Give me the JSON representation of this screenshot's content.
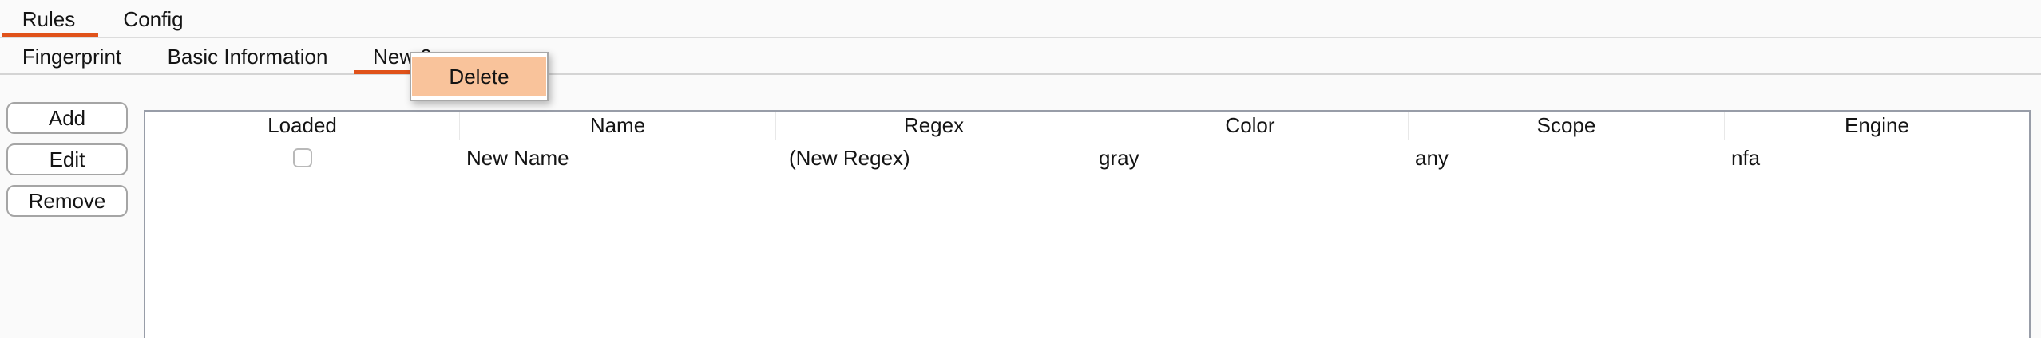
{
  "colors": {
    "accent_orange": "#e0521a",
    "menu_highlight_peach": "#f9c39b",
    "table_border": "#989da8",
    "background": "#fafafa"
  },
  "tabbar1": {
    "tabs": [
      {
        "label": "Rules",
        "selected": true
      },
      {
        "label": "Config",
        "selected": false
      }
    ]
  },
  "tabbar2": {
    "tabs": [
      {
        "label": "Fingerprint",
        "selected": false
      },
      {
        "label": "Basic Information",
        "selected": false
      },
      {
        "label": "New 0",
        "selected": true
      }
    ]
  },
  "context_menu": {
    "items": [
      {
        "label": "Delete",
        "highlighted": true
      }
    ]
  },
  "sidebar": {
    "buttons": [
      {
        "label": "Add"
      },
      {
        "label": "Edit"
      },
      {
        "label": "Remove"
      }
    ]
  },
  "table": {
    "columns": [
      "Loaded",
      "Name",
      "Regex",
      "Color",
      "Scope",
      "Engine"
    ],
    "rows": [
      {
        "loaded_checked": false,
        "name": "New Name",
        "regex": "(New Regex)",
        "color": "gray",
        "scope": "any",
        "engine": "nfa"
      }
    ]
  }
}
